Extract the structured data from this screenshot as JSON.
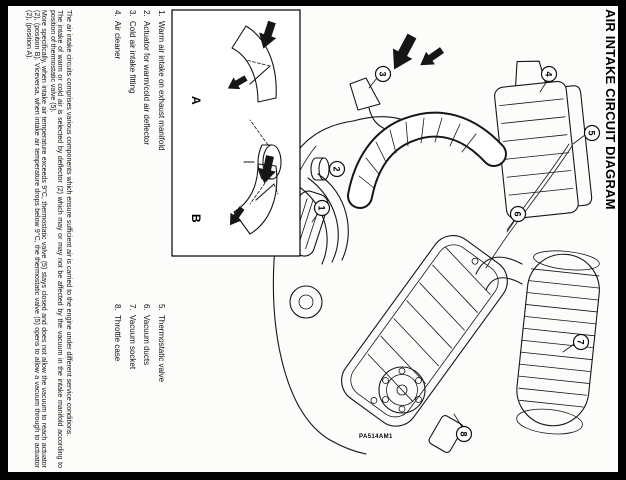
{
  "page": {
    "title": "AIR INTAKE CIRCUIT DIAGRAM",
    "figure_code": "PA514AM1",
    "legend_left": [
      {
        "num": "1.",
        "label": "Warm air intake on exhaust manifold"
      },
      {
        "num": "2.",
        "label": "Actuator for warm/cold air deflector"
      },
      {
        "num": "3.",
        "label": "Cold air intake fitting"
      },
      {
        "num": "4.",
        "label": "Air cleaner"
      }
    ],
    "legend_right": [
      {
        "num": "5.",
        "label": "Thermostatic valve"
      },
      {
        "num": "6.",
        "label": "Vacuum ducts"
      },
      {
        "num": "7.",
        "label": "Vacuum socket"
      },
      {
        "num": "8.",
        "label": "Throttle case"
      }
    ],
    "paragraphs": [
      "The air intake circuits comprises various components which ensure sufficient air is carried to the engine under different service conditions.",
      "The intake of warm or cold air is selected by deflector (2) which may or may not be affected by the vacuum in the intake manifold according to position of thermostatic valve (5).",
      "More specifically, when intake air temperature exceeds 9°C, thermostatic valve (5) stays closed and does not allow the vacuum to reach actuator (2), (position B). Viceversa, when intake air temperature drops below 9°C, the thermostatic valve (5) opens to allow a vacuum through to actuator (2), (position A)."
    ],
    "inset": {
      "label_a": "A",
      "label_b": "B"
    },
    "callouts": [
      "1",
      "2",
      "3",
      "4",
      "5",
      "6",
      "7",
      "8"
    ]
  }
}
